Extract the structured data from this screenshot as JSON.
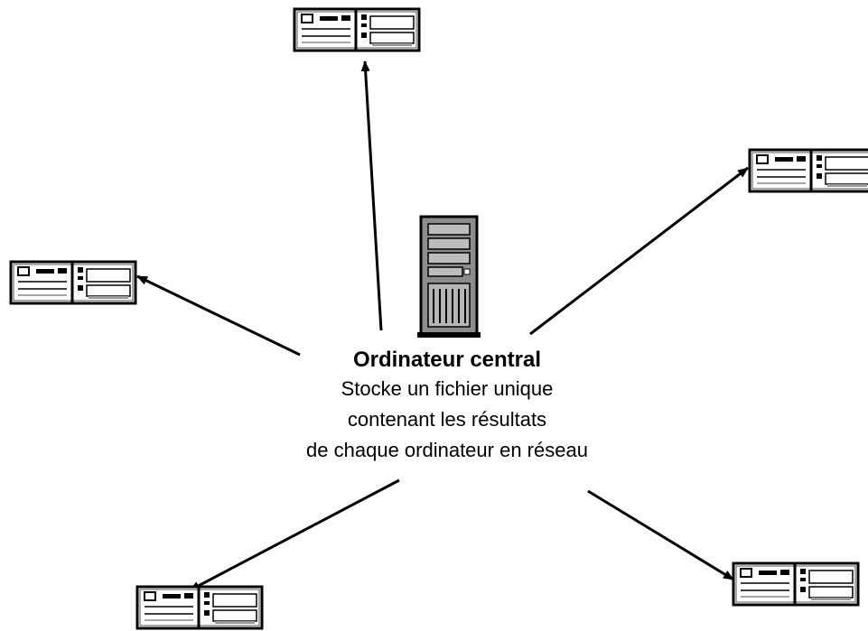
{
  "central_node": {
    "title": "Ordinateur central",
    "description_lines": [
      "Stocke un fichier unique",
      "contenant les résultats",
      "de chaque ordinateur en réseau"
    ]
  },
  "icons": {
    "server": "tower-server-icon",
    "client": "desktop-computer-icon"
  },
  "colors": {
    "line": "#000000",
    "server_body": "#8c8c8c",
    "computer_body": "#ffffff"
  },
  "node_count": 5
}
